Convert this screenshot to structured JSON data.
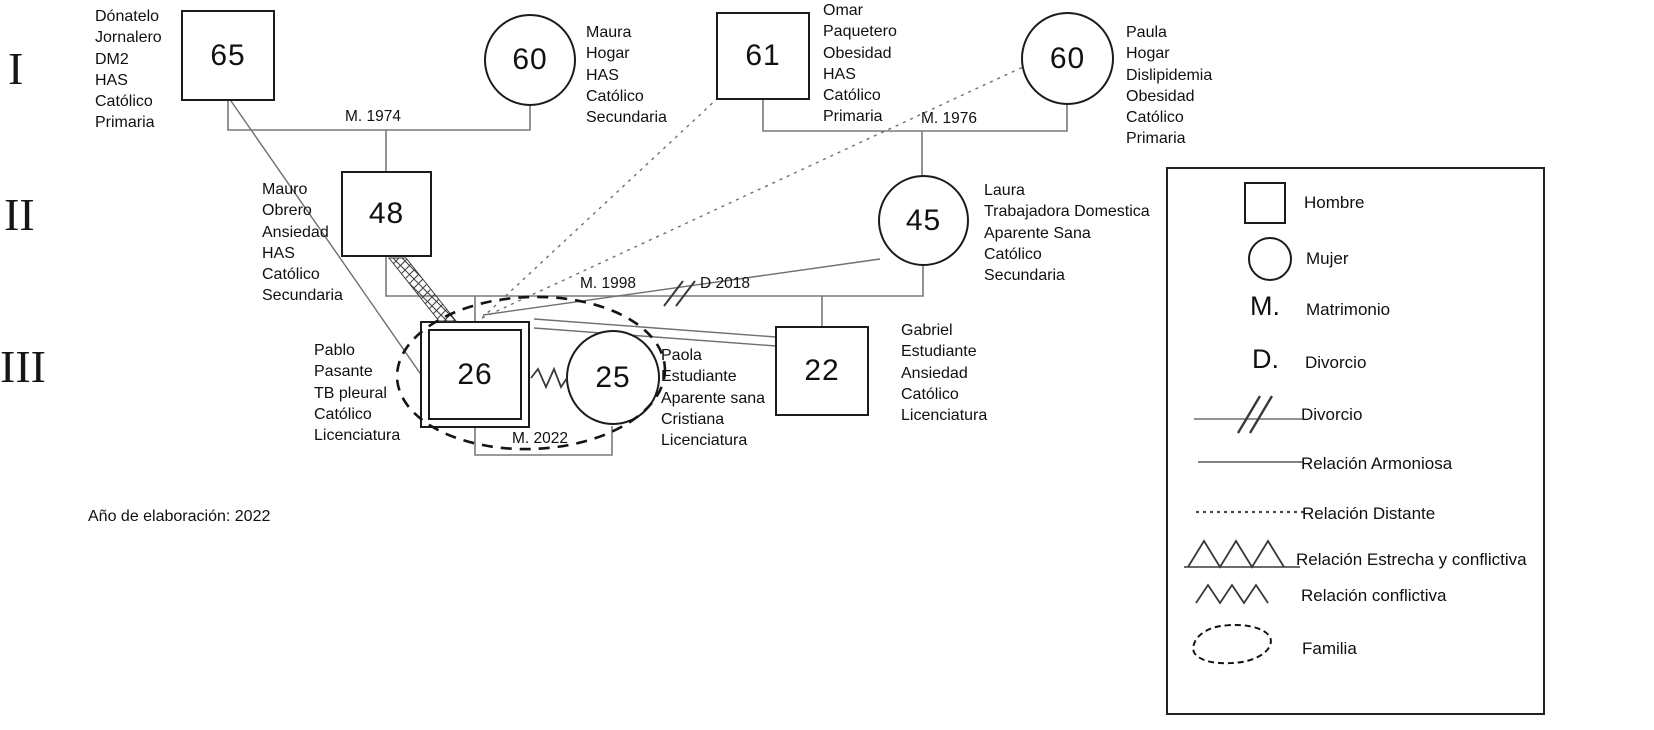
{
  "diagram": {
    "kind": "family-genogram",
    "note": "Año de elaboración: 2022"
  },
  "generations": {
    "g1": "I",
    "g2": "II",
    "g3": "III"
  },
  "nodes": {
    "donatelo": {
      "sex": "hombre",
      "age": "65",
      "label": "Dónatelo\nJornalero\nDM2\nHAS\nCatólico\nPrimaria"
    },
    "maura": {
      "sex": "mujer",
      "age": "60",
      "label": "Maura\nHogar\nHAS\nCatólico\nSecundaria"
    },
    "omar": {
      "sex": "hombre",
      "age": "61",
      "label": "Omar\nPaquetero\nObesidad\nHAS\nCatólico\nPrimaria"
    },
    "paula": {
      "sex": "mujer",
      "age": "60",
      "label": "Paula\nHogar\nDislipidemia\nObesidad\nCatólico\nPrimaria"
    },
    "mauro": {
      "sex": "hombre",
      "age": "48",
      "label": "Mauro\nObrero\nAnsiedad\nHAS\nCatólico\nSecundaria"
    },
    "laura": {
      "sex": "mujer",
      "age": "45",
      "label": "Laura\nTrabajadora Domestica\nAparente Sana\nCatólico\nSecundaria"
    },
    "pablo": {
      "sex": "hombre",
      "age": "26",
      "label": "Pablo\nPasante\nTB pleural\nCatólico\nLicenciatura"
    },
    "paola": {
      "sex": "mujer",
      "age": "25",
      "label": "Paola\nEstudiante\nAparente sana\nCristiana\nLicenciatura"
    },
    "gabriel": {
      "sex": "hombre",
      "age": "22",
      "label": "Gabriel\nEstudiante\nAnsiedad\nCatólico\nLicenciatura"
    }
  },
  "unions": {
    "m1974": "M. 1974",
    "m1976": "M. 1976",
    "m1998": "M. 1998",
    "d2018": "D 2018",
    "m2022": "M. 2022"
  },
  "legend": {
    "items": [
      {
        "icon": "square-icon",
        "label": "Hombre"
      },
      {
        "icon": "circle-icon",
        "label": "Mujer"
      },
      {
        "icon": "letter-symbol",
        "symbol": "M.",
        "label": "Matrimonio"
      },
      {
        "icon": "letter-symbol",
        "symbol": "D.",
        "label": "Divorcio"
      },
      {
        "icon": "divorce-slashes-icon",
        "label": "Divorcio"
      },
      {
        "icon": "solid-line-icon",
        "label": "Relación Armoniosa"
      },
      {
        "icon": "dotted-line-icon",
        "label": "Relación Distante"
      },
      {
        "icon": "triangle-wave-line-icon",
        "label": "Relación Estrecha y conflictiva"
      },
      {
        "icon": "zigzag-icon",
        "label": "Relación conflictiva"
      },
      {
        "icon": "dashed-blob-icon",
        "label": "Familia"
      }
    ]
  }
}
